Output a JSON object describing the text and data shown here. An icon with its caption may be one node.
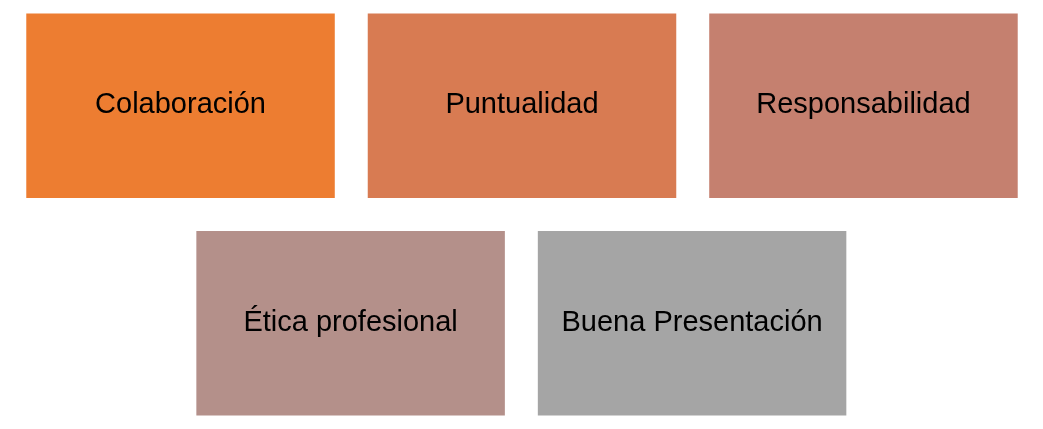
{
  "diagram": {
    "nodes": [
      {
        "text": [
          "Colaboración"
        ]
      },
      {
        "text": [
          "Puntualidad"
        ]
      },
      {
        "text": [
          "Responsabilidad"
        ]
      },
      {
        "text": [
          "Ética profesional"
        ]
      },
      {
        "text": [
          "Buena Presentación"
        ]
      }
    ]
  }
}
